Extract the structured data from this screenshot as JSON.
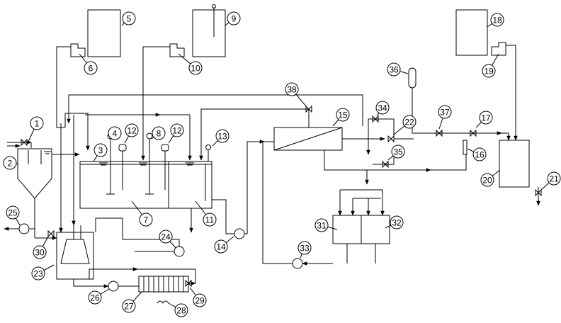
{
  "diagram": {
    "labels": [
      "1",
      "2",
      "3",
      "4",
      "5",
      "6",
      "7",
      "8",
      "9",
      "10",
      "11",
      "12",
      "12",
      "13",
      "14",
      "15",
      "16",
      "17",
      "18",
      "19",
      "20",
      "21",
      "22",
      "23",
      "24",
      "25",
      "26",
      "27",
      "28",
      "29",
      "30",
      "31",
      "32",
      "33",
      "34",
      "35",
      "36",
      "37",
      "38"
    ]
  }
}
